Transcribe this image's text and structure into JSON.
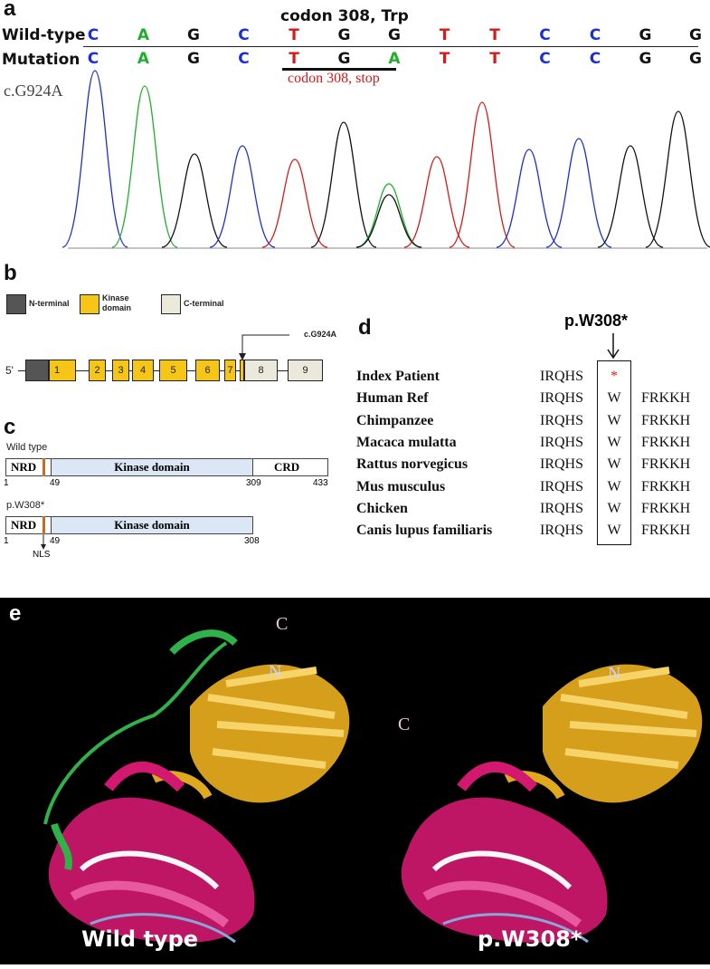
{
  "panel_labels": {
    "a": "a",
    "b": "b",
    "c": "c",
    "d": "d",
    "e": "e"
  },
  "panel_a": {
    "codon_wt_label": "codon 308, Trp",
    "wild_type_label": "Wild-type",
    "mutation_label": "Mutation",
    "variant_label": "c.G924A",
    "stop_label": "codon 308, stop",
    "wild_type_bases": [
      "C",
      "A",
      "G",
      "C",
      "T",
      "G",
      "G",
      "T",
      "T",
      "C",
      "C",
      "G",
      "G"
    ],
    "mutation_bases": [
      "C",
      "A",
      "G",
      "C",
      "T",
      "G",
      "A",
      "T",
      "T",
      "C",
      "C",
      "G",
      "G"
    ],
    "base_colors": {
      "C": "#1a2fd6",
      "A": "#1fae2d",
      "G": "#111111",
      "T": "#d61a1a"
    }
  },
  "panel_b": {
    "legend": [
      {
        "label": "N-terminal",
        "color": "#555555"
      },
      {
        "label": "Kinase domain",
        "color": "#f5c518"
      },
      {
        "label": "C-terminal",
        "color": "#ebe8dc"
      }
    ],
    "five_prime": "5'",
    "variant_label": "c.G924A",
    "exons": [
      "1",
      "2",
      "3",
      "4",
      "5",
      "6",
      "7",
      "8",
      "9"
    ]
  },
  "panel_c": {
    "wt_label": "Wild type",
    "mut_label": "p.W308*",
    "nrd": "NRD",
    "kinase": "Kinase domain",
    "crd": "CRD",
    "wt_ticks": [
      "1",
      "49",
      "309",
      "433"
    ],
    "mut_ticks": [
      "1",
      "49",
      "308"
    ],
    "nls": "NLS"
  },
  "panel_d": {
    "variant": "p.W308*",
    "rows": [
      {
        "species": "Index Patient",
        "left": "IRQHS",
        "mid": "*",
        "right": ""
      },
      {
        "species": "Human Ref",
        "left": "IRQHS",
        "mid": "W",
        "right": "FRKKH"
      },
      {
        "species": "Chimpanzee",
        "left": "IRQHS",
        "mid": "W",
        "right": "FRKKH"
      },
      {
        "species": "Macaca mulatta",
        "left": "IRQHS",
        "mid": "W",
        "right": "FRKKH"
      },
      {
        "species": "Rattus norvegicus",
        "left": "IRQHS",
        "mid": "W",
        "right": "FRKKH"
      },
      {
        "species": "Mus musculus",
        "left": "IRQHS",
        "mid": "W",
        "right": "FRKKH"
      },
      {
        "species": "Chicken",
        "left": "IRQHS",
        "mid": "W",
        "right": "FRKKH"
      },
      {
        "species": "Canis lupus familiaris",
        "left": "IRQHS",
        "mid": "W",
        "right": "FRKKH"
      }
    ]
  },
  "panel_e": {
    "wt_caption": "Wild type",
    "mut_caption": "p.W308*",
    "c_label": "C",
    "n_label": "N"
  }
}
